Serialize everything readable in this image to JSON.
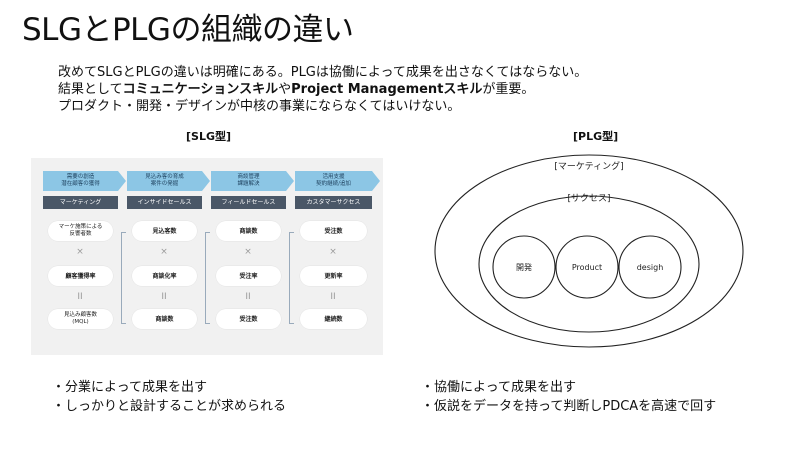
{
  "title": "SLGとPLGの組織の違い",
  "intro": {
    "line1": "改めてSLGとPLGの違いは明確にある。PLGは協働によって成果を出さなくてはならない。",
    "line2_prefix": "結果として",
    "line2_bold1": "コミュニケーションスキル",
    "line2_mid": "や",
    "line2_bold2": "Project Managementスキル",
    "line2_suffix": "が重要。",
    "line3": "プロダクト・開発・デザインが中核の事業にならなくてはいけない。"
  },
  "slg": {
    "label": "[SLG型]",
    "columns": [
      {
        "stage_line1": "需要の創造",
        "stage_line2": "潜在顧客の獲得",
        "role": "マーケティング",
        "items": [
          "マーケ施策による\n反響者数",
          "顧客獲得率",
          "見込み顧客数\n(MQL)"
        ]
      },
      {
        "stage_line1": "見込み客の育成",
        "stage_line2": "案件の発掘",
        "role": "インサイドセールス",
        "items": [
          "見込客数",
          "商談化率",
          "商談数"
        ]
      },
      {
        "stage_line1": "商談管理",
        "stage_line2": "課題解決",
        "role": "フィールドセールス",
        "items": [
          "商談数",
          "受注率",
          "受注数"
        ]
      },
      {
        "stage_line1": "活用支援",
        "stage_line2": "契約継続/追加",
        "role": "カスタマーサクセス",
        "items": [
          "受注数",
          "更新率",
          "継続数"
        ]
      }
    ],
    "op_multiply": "×",
    "op_equals": "II"
  },
  "plg": {
    "label": "[PLG型]",
    "outer_label": "[マーケティング]",
    "inner_label": "[サクセス]",
    "circles": [
      "開発",
      "Product",
      "desigh"
    ]
  },
  "bullets_left": [
    "・分業によって成果を出す",
    "・しっかりと設計することが求められる"
  ],
  "bullets_right": [
    "・協働によって成果を出す",
    "・仮説をデータを持って判断しPDCAを高速で回す"
  ],
  "colors": {
    "chevron": "#8cc6e5",
    "role_bar": "#4a5767",
    "panel": "#f1f1f1"
  }
}
